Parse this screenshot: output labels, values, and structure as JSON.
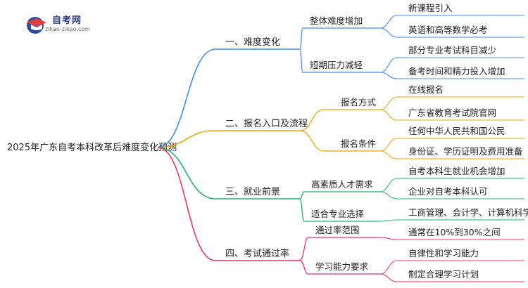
{
  "logo": {
    "name": "自考网",
    "url": "zikao-zikao.com",
    "icon": "graduation-cap-icon"
  },
  "root": "2025年广东自考本科改革后难度变化预测",
  "colors": {
    "blue": "#3d8ef0",
    "orange": "#f0a30a",
    "green": "#23b26d",
    "pink": "#e8336f",
    "root_line": "#555555"
  },
  "branches": [
    {
      "label": "一、难度变化",
      "color": "blue",
      "children": [
        {
          "label": "整体难度增加",
          "children": [
            "新课程引入",
            "英语和高等数学必考"
          ]
        },
        {
          "label": "短期压力减轻",
          "children": [
            "部分专业考试科目减少",
            "备考时间和精力投入增加"
          ]
        }
      ]
    },
    {
      "label": "二、报名入口及流程",
      "color": "orange",
      "children": [
        {
          "label": "报名方式",
          "children": [
            "在线报名",
            "广东省教育考试院官网"
          ]
        },
        {
          "label": "报名条件",
          "children": [
            "任何中华人民共和国公民",
            "身份证、学历证明及费用准备"
          ]
        }
      ]
    },
    {
      "label": "三、就业前景",
      "color": "green",
      "children": [
        {
          "label": "高素质人才需求",
          "children": [
            "自考本科生就业机会增加",
            "企业对自考本科认可"
          ]
        },
        {
          "label": "适合专业选择",
          "children": [
            "工商管理、会计学、计算机科学"
          ]
        }
      ]
    },
    {
      "label": "四、考试通过率",
      "color": "pink",
      "children": [
        {
          "label": "通过率范围",
          "children": [
            "通常在10%到30%之间"
          ]
        },
        {
          "label": "学习能力要求",
          "children": [
            "自律性和学习能力",
            "制定合理学习计划"
          ]
        }
      ]
    }
  ]
}
